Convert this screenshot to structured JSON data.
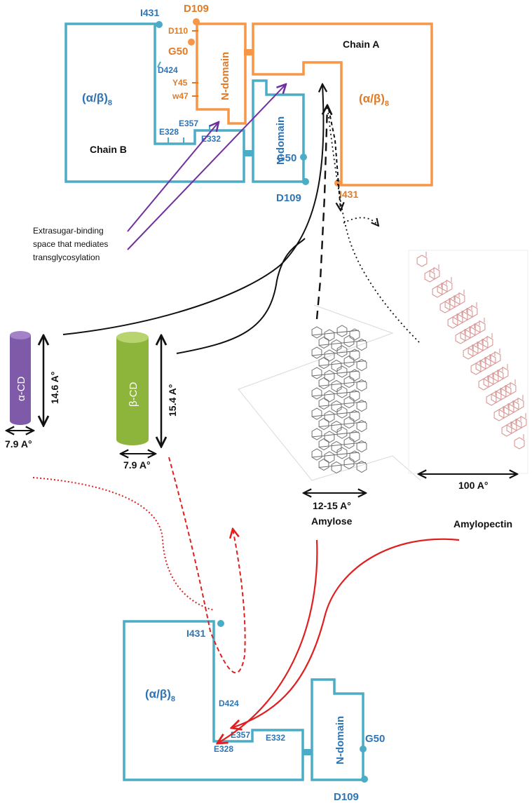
{
  "colors": {
    "chain_b": "#4bacc6",
    "chain_a": "#f79646",
    "blue_text": "#2e75b6",
    "orange_text": "#e07b29",
    "purple": "#7030a0",
    "alpha_cd": "#7f5aa8",
    "beta_cd": "#8db53c",
    "red": "#e02020",
    "amylopectin": "#d99795"
  },
  "icons": {
    "residue_marker": "circle",
    "alpha_cd_shape": "cylinder",
    "beta_cd_shape": "cylinder",
    "amylose_shape": "helix-of-hexagons",
    "amylopectin_shape": "branched-hexagon-network"
  },
  "top_dimer": {
    "chain_b": {
      "name": "Chain B",
      "domain": "(α/β)",
      "domain_sub": "8",
      "n_domain": "N-domain",
      "residues": {
        "i431": "I431",
        "d424": "D424",
        "e328": "E328",
        "e357": "E357",
        "e332": "E332",
        "g50": "G50",
        "d109": "D109"
      }
    },
    "chain_a": {
      "name": "Chain A",
      "domain": "(α/β)",
      "domain_sub": "8",
      "n_domain": "N-domain",
      "residues": {
        "d109": "D109",
        "d110": "D110",
        "g50": "G50",
        "y45": "Y45",
        "w47": "w47",
        "i431": "I431"
      }
    },
    "annotation": [
      "Extrasugar-binding",
      "space that mediates",
      "transglycosylation"
    ]
  },
  "substrates": {
    "alpha_cd": {
      "label": "α-CD",
      "height": "14.6 A°",
      "width": "7.9 A°"
    },
    "beta_cd": {
      "label": "β-CD",
      "height": "15.4 A°",
      "width": "7.9 A°"
    },
    "amylose": {
      "label": "Amylose",
      "width": "12-15 A°"
    },
    "amylopectin": {
      "label": "Amylopectin",
      "width": "100 A°"
    }
  },
  "monomer": {
    "domain": "(α/β)",
    "domain_sub": "8",
    "n_domain": "N-domain",
    "residues": {
      "i431": "I431",
      "d424": "D424",
      "e357": "E357",
      "e332": "E332",
      "e328": "E328",
      "g50": "G50",
      "d109": "D109"
    }
  }
}
